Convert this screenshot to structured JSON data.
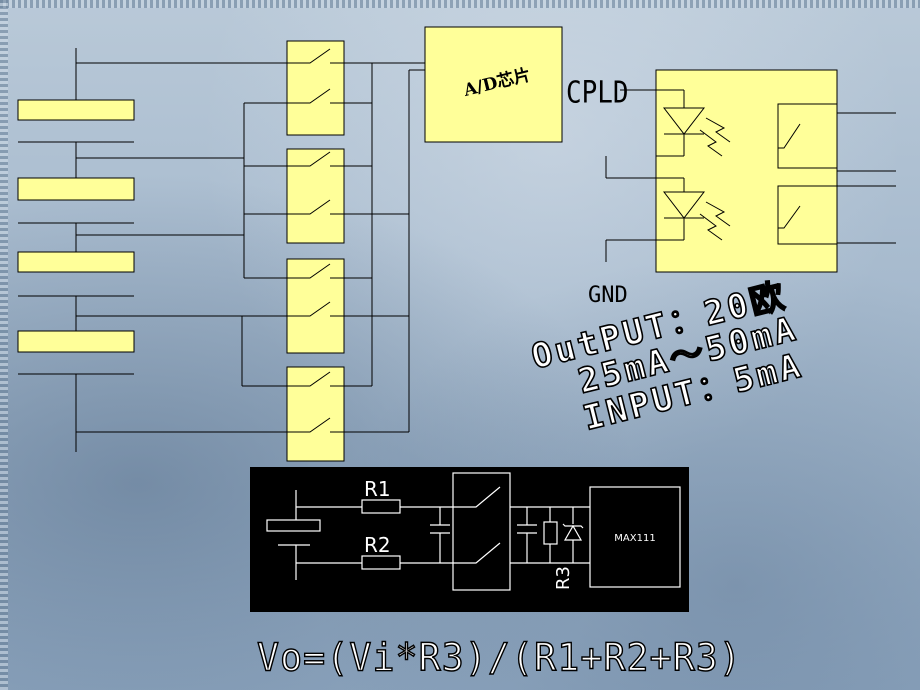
{
  "block_diagram": {
    "ad_chip_label": "A/D芯片",
    "cpld_label": "CPLD",
    "gnd_label": "GND"
  },
  "specs": {
    "output_line": "OutPUT：20欧",
    "current_line": "25mA～50mA",
    "input_line": "INPUT：5mA"
  },
  "schematic": {
    "r1_label": "R1",
    "r2_label": "R2",
    "r3_label": "R3",
    "chip_label": "MAX111"
  },
  "formula": "Vo=(Vi*R3)/(R1+R2+R3)",
  "colors": {
    "component_fill": "#ffff99",
    "wire": "#000000",
    "schematic_bg": "#000000",
    "schematic_line": "#ffffff"
  }
}
